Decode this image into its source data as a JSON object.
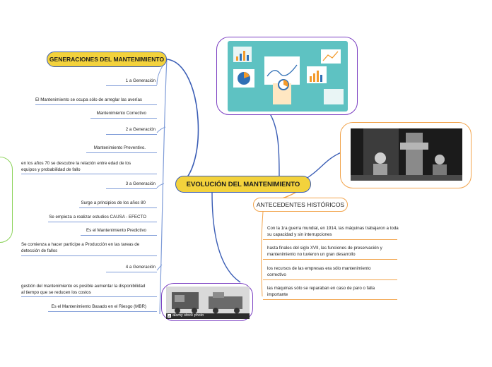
{
  "central": {
    "title": "EVOLUCIÓN DEL MANTENIMIENTO"
  },
  "generaciones": {
    "title": "GENERACIONES DEL MANTENIMIENTO",
    "items": [
      "1 a Generación",
      "El Mantenimiento se ocupa sólo de arreglar las averías",
      "Mantenimiento Correctivo",
      "2 a Generación",
      "Mantenimiento Preventivo.",
      "en los años 70 se descubre la relación entre edad de los equipos y probabilidad de fallo",
      "3 a Generación",
      "Surge a principios de los años 80",
      "Se empieza a realizar estudios CAUSA - EFECTO",
      "Es el Mantenimiento Predictivo",
      "Se comienza a hacer partícipe a Producción en las tareas de detección de fallos",
      "4 a Generación",
      "gestión del mantenimiento es posible aumentar la disponibilidad al tiempo que se reducen los costos",
      "Es el Mantenimiento Basado en el Riesgo (MBR)"
    ]
  },
  "antecedentes": {
    "title": "ANTECEDENTES HISTÓRICOS",
    "items": [
      "Con la 1ra guerra mundial, en 1914, las máquinas trabajaron a toda su capacidad y sin interrupciones",
      "hasta finales del siglo XVII, las funciones de preservación y mantenimiento no tuvieron un gran desarrollo",
      "los recursos de las empresas era sólo mantenimiento correctivo",
      "las máquinas sólo se reparaban en caso de paro o falla importante"
    ]
  },
  "images": {
    "bottom_caption": "alamy stock photo"
  },
  "colors": {
    "blue_branch": "#3a5db5",
    "orange_branch": "#f2a44c",
    "pill_fill": "#f3d23c",
    "purple_frame": "#7b3fc2",
    "orange_frame": "#f2a44c",
    "green_frame": "#8cd35a"
  }
}
